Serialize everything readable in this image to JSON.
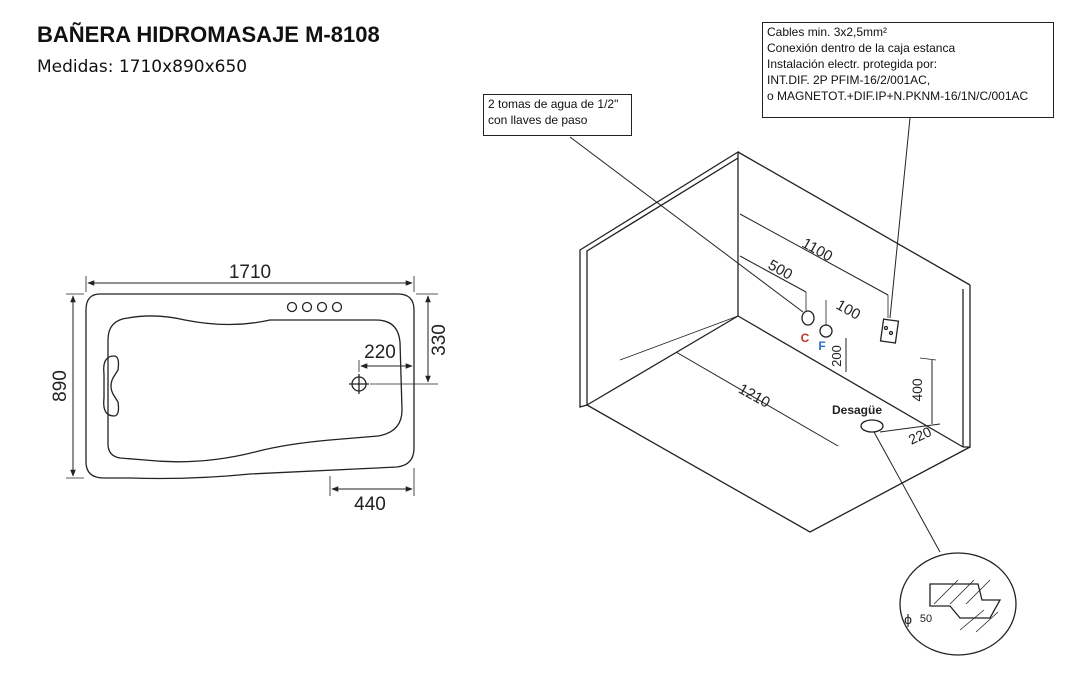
{
  "header": {
    "title": "BAÑERA HIDROMASAJE M-8108",
    "subtitle": "Medidas: 1710x890x650"
  },
  "top_view": {
    "width_label": "1710",
    "height_label": "890",
    "drain_offset_label": "220",
    "drain_depth_label": "330",
    "bottom_label": "440"
  },
  "iso_view": {
    "dim_1100": "1100",
    "dim_500": "500",
    "dim_100": "100",
    "dim_200": "200",
    "dim_400": "400",
    "dim_1210": "1210",
    "dim_220": "220",
    "hot_label": "C",
    "cold_label": "F",
    "drain_label": "Desagüe",
    "drain_diameter_symbol": "ϕ",
    "drain_diameter": "50"
  },
  "notes": {
    "water": {
      "lines": [
        "2 tomas de agua de 1/2\"",
        "con llaves de paso"
      ]
    },
    "electric": {
      "lines": [
        "Cables min. 3x2,5mm²",
        "Conexión dentro de la caja estanca",
        "Instalación electr. protegida por:",
        "INT.DIF. 2P PFIM-16/2/001AC,",
        "o MAGNETOT.+DIF.IP+N.PKNM-16/1N/C/001AC"
      ]
    }
  },
  "colors": {
    "line": "#222222",
    "hot": "#c0392b",
    "cold": "#2a6fd0"
  }
}
